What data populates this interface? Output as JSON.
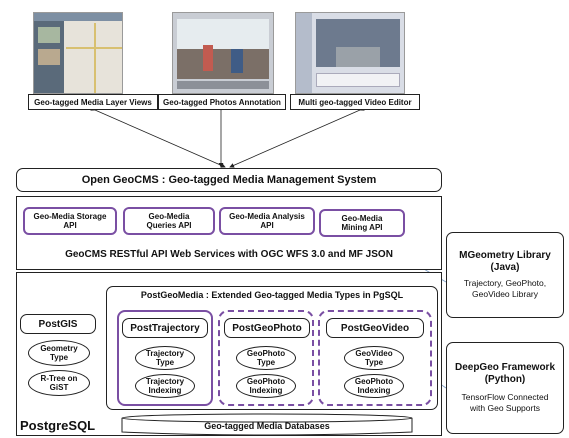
{
  "top": {
    "captions": [
      "Geo-tagged Media Layer Views",
      "Geo-tagged Photos Annotation",
      "Multi geo-tagged Video Editor"
    ]
  },
  "geocms": {
    "title": "Open GeoCMS : Geo-tagged Media Management System",
    "apis": [
      "Geo-Media Storage API",
      "Geo-Media Queries API",
      "Geo-Media Analysis API",
      "Geo-Media Mining API"
    ],
    "restful": "GeoCMS RESTful API Web Services with OGC WFS 3.0 and MF JSON"
  },
  "database": {
    "postgresql": "PostgreSQL",
    "postgis": {
      "title": "PostGIS",
      "items": [
        "Geometry Type",
        "R-Tree on GiST"
      ]
    },
    "postgeomedia": {
      "title": "PostGeoMedia : Extended Geo-tagged Media Types in PgSQL",
      "modules": [
        {
          "title": "PostTrajectory",
          "items": [
            "Trajectory Type",
            "Trajectory Indexing"
          ]
        },
        {
          "title": "PostGeoPhoto",
          "items": [
            "GeoPhoto Type",
            "GeoPhoto Indexing"
          ]
        },
        {
          "title": "PostGeoVideo",
          "items": [
            "GeoVideo Type",
            "GeoPhoto Indexing"
          ]
        }
      ]
    },
    "media_db": "Geo-tagged Media Databases"
  },
  "libraries": [
    {
      "title": "MGeometry Library (Java)",
      "desc": "Trajectory, GeoPhoto, GeoVideo Library"
    },
    {
      "title": "DeepGeo Framework (Python)",
      "desc": "TensorFlow Connected with Geo Supports"
    }
  ],
  "colors": {
    "accent": "#7a4fa3",
    "arrow_blue": "#7a9cc6",
    "border": "#222222"
  }
}
